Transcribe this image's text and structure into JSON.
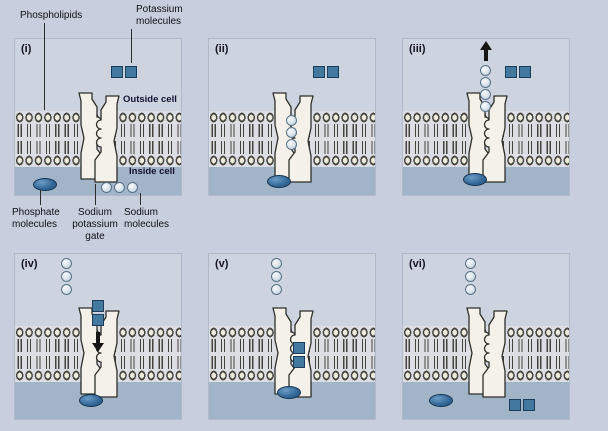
{
  "labels": {
    "phospholipids": "Phospholipids",
    "potassium_molecules": "Potassium molecules",
    "outside_cell": "Outside cell",
    "inside_cell": "Inside cell",
    "phosphate_molecules": "Phosphate molecules",
    "sodium_potassium_gate": "Sodium potassium gate",
    "sodium_molecules": "Sodium molecules"
  },
  "panels": [
    {
      "id": "(i)",
      "potassium_outside": 2,
      "sodium_inside": 3,
      "phosphate": 1
    },
    {
      "id": "(ii)",
      "potassium_outside": 2,
      "sodium_in_gate": 3,
      "phosphate": 1
    },
    {
      "id": "(iii)",
      "potassium_outside": 2,
      "sodium_exiting": 4,
      "arrow": "up",
      "phosphate": 1
    },
    {
      "id": "(iv)",
      "sodium_outside": 3,
      "potassium_in_gate": 2,
      "arrow": "down",
      "phosphate": 1
    },
    {
      "id": "(v)",
      "sodium_outside": 3,
      "potassium_in_gate": 2,
      "phosphate": 1
    },
    {
      "id": "(vi)",
      "sodium_outside": 3,
      "potassium_inside": 2,
      "phosphate": 1
    }
  ],
  "colors": {
    "page_bg": "#c8cedd",
    "outside_bg": "#cdd3df",
    "inside_bg": "#a2b5c8",
    "membrane_bg": "#dcdee4",
    "head_fill": "#edebdf",
    "lipid_outline": "#44443c",
    "potassium": "#44799f",
    "phosphate": "#2d6292",
    "gate_fill": "#f3f1e9"
  }
}
